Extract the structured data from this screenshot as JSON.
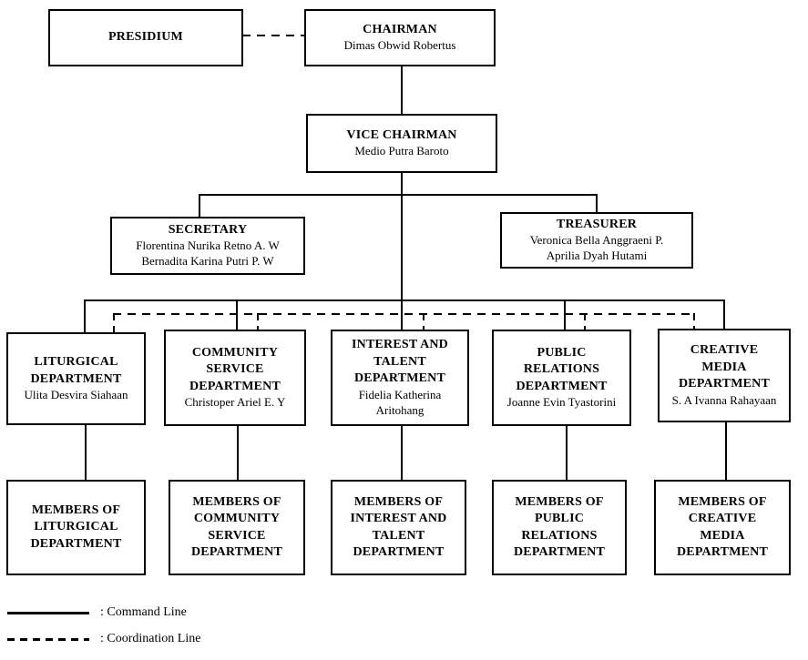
{
  "colors": {
    "line": "#000000",
    "background": "#ffffff",
    "box_border": "#000000",
    "text": "#000000"
  },
  "nodes": {
    "presidium": {
      "title": "PRESIDIUM",
      "names": ""
    },
    "chairman": {
      "title": "CHAIRMAN",
      "names": "Dimas Obwid Robertus"
    },
    "vice_chairman": {
      "title": "VICE CHAIRMAN",
      "names": "Medio Putra Baroto"
    },
    "secretary": {
      "title": "SECRETARY",
      "names": "Florentina Nurika Retno A. W\nBernadita Karina Putri P. W"
    },
    "treasurer": {
      "title": "TREASURER",
      "names": "Veronica Bella Anggraeni P.\nAprilia Dyah Hutami"
    },
    "liturgical": {
      "title": "LITURGICAL\nDEPARTMENT",
      "names": "Ulita Desvira Siahaan"
    },
    "community": {
      "title": "COMMUNITY\nSERVICE\nDEPARTMENT",
      "names": "Christoper Ariel E. Y"
    },
    "interest": {
      "title": "INTEREST AND\nTALENT\nDEPARTMENT",
      "names": "Fidelia Katherina\nAritohang"
    },
    "public_relations": {
      "title": "PUBLIC\nRELATIONS\nDEPARTMENT",
      "names": "Joanne Evin Tyastorini"
    },
    "creative": {
      "title": "CREATIVE\nMEDIA\nDEPARTMENT",
      "names": "S. A Ivanna Rahayaan"
    },
    "members_liturgical": {
      "title": "MEMBERS OF\nLITURGICAL\nDEPARTMENT"
    },
    "members_community": {
      "title": "MEMBERS OF\nCOMMUNITY\nSERVICE\nDEPARTMENT"
    },
    "members_interest": {
      "title": "MEMBERS OF\nINTEREST AND\nTALENT\nDEPARTMENT"
    },
    "members_public_relations": {
      "title": "MEMBERS OF\nPUBLIC\nRELATIONS\nDEPARTMENT"
    },
    "members_creative": {
      "title": "MEMBERS OF\nCREATIVE\nMEDIA\nDEPARTMENT"
    }
  },
  "edges": {
    "command": [
      [
        "chairman",
        "vice_chairman"
      ],
      [
        "vice_chairman",
        "secretary"
      ],
      [
        "vice_chairman",
        "treasurer"
      ],
      [
        "vice_chairman",
        "liturgical"
      ],
      [
        "vice_chairman",
        "community"
      ],
      [
        "vice_chairman",
        "interest"
      ],
      [
        "vice_chairman",
        "public_relations"
      ],
      [
        "vice_chairman",
        "creative"
      ],
      [
        "liturgical",
        "members_liturgical"
      ],
      [
        "community",
        "members_community"
      ],
      [
        "interest",
        "members_interest"
      ],
      [
        "public_relations",
        "members_public_relations"
      ],
      [
        "creative",
        "members_creative"
      ]
    ],
    "coordination": [
      [
        "presidium",
        "chairman"
      ],
      [
        "liturgical",
        "community",
        "interest",
        "public_relations",
        "creative"
      ]
    ]
  },
  "legend": {
    "command_label": ": Command Line",
    "coordination_label": ": Coordination Line"
  }
}
